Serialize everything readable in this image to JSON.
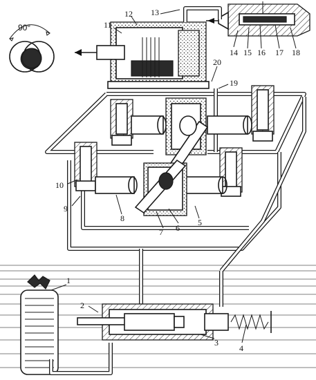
{
  "angle_label": "90°",
  "callouts": [
    "1",
    "2",
    "3",
    "4",
    "5",
    "6",
    "7",
    "8",
    "9",
    "10",
    "11",
    "12",
    "13",
    "14",
    "15",
    "16",
    "17",
    "18",
    "19",
    "20"
  ]
}
